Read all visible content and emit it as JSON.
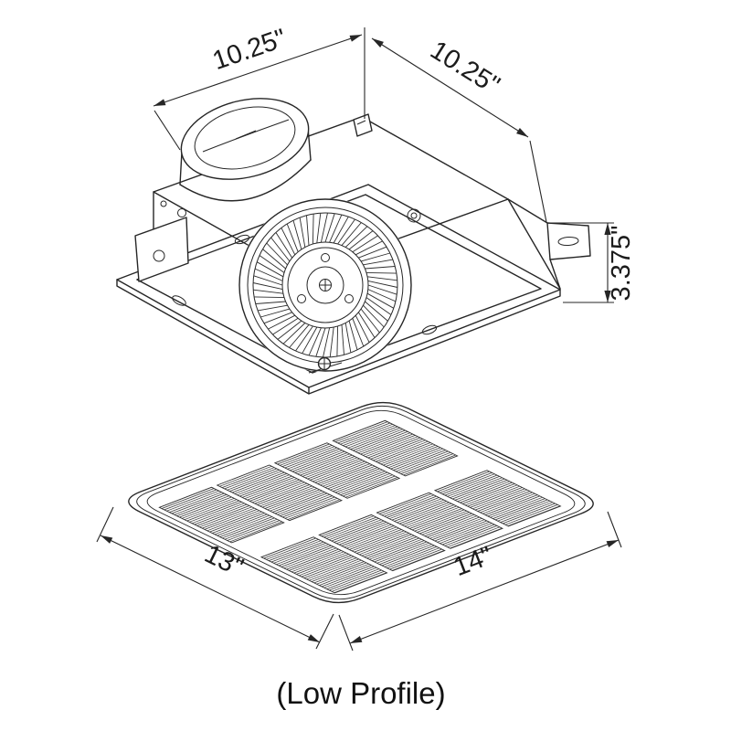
{
  "caption": "(Low Profile)",
  "housing_view": {
    "dim_width_label": "10.25\"",
    "dim_depth_label": "10.25\"",
    "dim_height_label": "3.375\""
  },
  "grille_view": {
    "dim_side_label": "13\"",
    "dim_front_label": "14\""
  },
  "style": {
    "line_color": "#262626",
    "background": "#ffffff"
  }
}
